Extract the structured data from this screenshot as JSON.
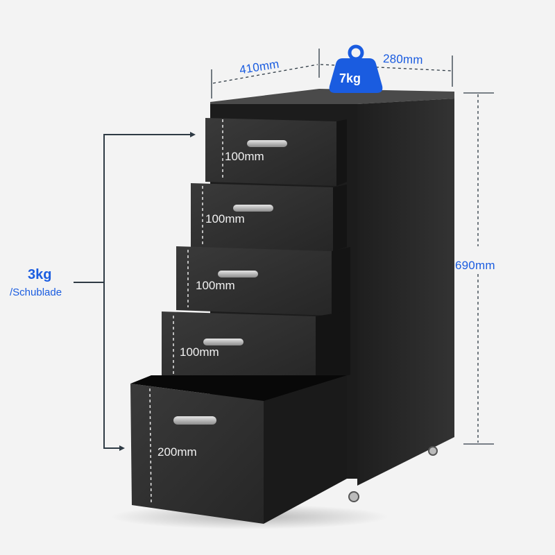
{
  "product": "mobile drawer cabinet",
  "colors": {
    "accent": "#1a5ce0",
    "body": "#2b2b2b",
    "background": "#f3f3f3",
    "line": "#2e3a44"
  },
  "dimensions": {
    "width": "410mm",
    "depth": "280mm",
    "height": "690mm"
  },
  "weight_badge": {
    "icon": "weight-icon",
    "label": "7kg"
  },
  "drawer_load": {
    "value": "3kg",
    "unit": "/Schublade"
  },
  "drawers": [
    {
      "height": "100mm"
    },
    {
      "height": "100mm"
    },
    {
      "height": "100mm"
    },
    {
      "height": "100mm"
    },
    {
      "height": "200mm"
    }
  ]
}
